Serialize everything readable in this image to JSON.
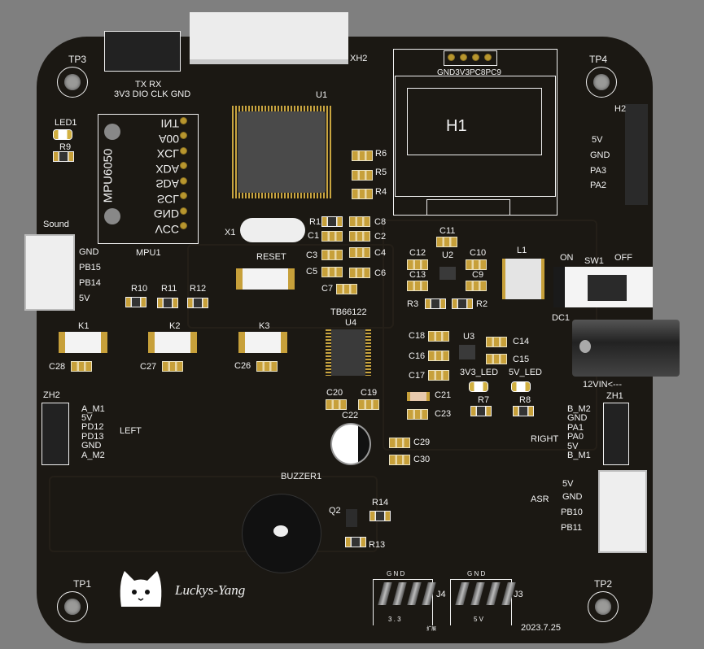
{
  "colors": {
    "background": "#7f7f7f",
    "board": "#1b1813",
    "silkscreen": "#f2f2f2",
    "pad": "#c7a03a"
  },
  "labels": {
    "TP1": "TP1",
    "TP2": "TP2",
    "TP3": "TP3",
    "TP4": "TP4",
    "XH2": "XH2",
    "TXRX": "TX  RX",
    "SWD": "3V3 DIO CLK GND",
    "LED1": "LED1",
    "R9": "R9",
    "U1": "U1",
    "MPU6050": "MPU6050",
    "MPU1": "MPU1",
    "mpu_pins": [
      "INT",
      "A00",
      "XCL",
      "XDA",
      "SDA",
      "SCL",
      "GND",
      "VCC"
    ],
    "OLED_pins": "GND3V3PC8PC9",
    "H1": "H1",
    "H2": "H2",
    "H2_pins": [
      "5V",
      "GND",
      "PA3",
      "PA2"
    ],
    "X1": "X1",
    "RESET": "RESET",
    "R1": "R1",
    "C1": "C1",
    "C3": "C3",
    "C5": "C5",
    "C7": "C7",
    "C8": "C8",
    "C2": "C2",
    "C4": "C4",
    "C6": "C6",
    "Sound": "Sound",
    "sound_pins": [
      "GND",
      "PB15",
      "PB14",
      "5V"
    ],
    "R10": "R10",
    "R11": "R11",
    "R12": "R12",
    "K1": "K1",
    "K2": "K2",
    "K3": "K3",
    "C28": "C28",
    "C27": "C27",
    "C26": "C26",
    "TB66122": "TB66122",
    "U4": "U4",
    "C20": "C20",
    "C19": "C19",
    "C22": "C22",
    "C29": "C29",
    "C30": "C30",
    "ZH2": "ZH2",
    "zh2_pins": [
      "A_M1",
      "5V",
      "PD12",
      "PD13",
      "GND",
      "A_M2"
    ],
    "LEFT": "LEFT",
    "BUZZER1": "BUZZER1",
    "Q2": "Q2",
    "R14": "R14",
    "R13": "R13",
    "logo_text": "Luckys-Yang",
    "J4": "J4",
    "J3": "J3",
    "GND_J4": "G N D",
    "GND_J3": "G N D",
    "J4_bottom": "3  .  3",
    "J3_bottom": "5  V",
    "ext": "扩展",
    "date": "2023.7.25",
    "C11": "C11",
    "U2": "U2",
    "C12": "C12",
    "C13": "C13",
    "C10": "C10",
    "C9": "C9",
    "R3": "R3",
    "R2": "R2",
    "L1": "L1",
    "ON": "ON",
    "SW1": "SW1",
    "OFF": "OFF",
    "DC1": "DC1",
    "C18": "C18",
    "C16": "C16",
    "C17": "C17",
    "U3": "U3",
    "C14": "C14",
    "C15": "C15",
    "LED3V3": "3V3_LED",
    "LED5V": "5V_LED",
    "R7": "R7",
    "R8": "R8",
    "C21": "C21",
    "C23": "C23",
    "VIN": "12VIN<---",
    "ZH1": "ZH1",
    "zh1_pins": [
      "B_M2",
      "GND",
      "PA1",
      "PA0",
      "5V",
      "B_M1"
    ],
    "RIGHT": "RIGHT",
    "ASR": "ASR",
    "asr_pins": [
      "5V",
      "GND",
      "PB10",
      "PB11"
    ]
  }
}
